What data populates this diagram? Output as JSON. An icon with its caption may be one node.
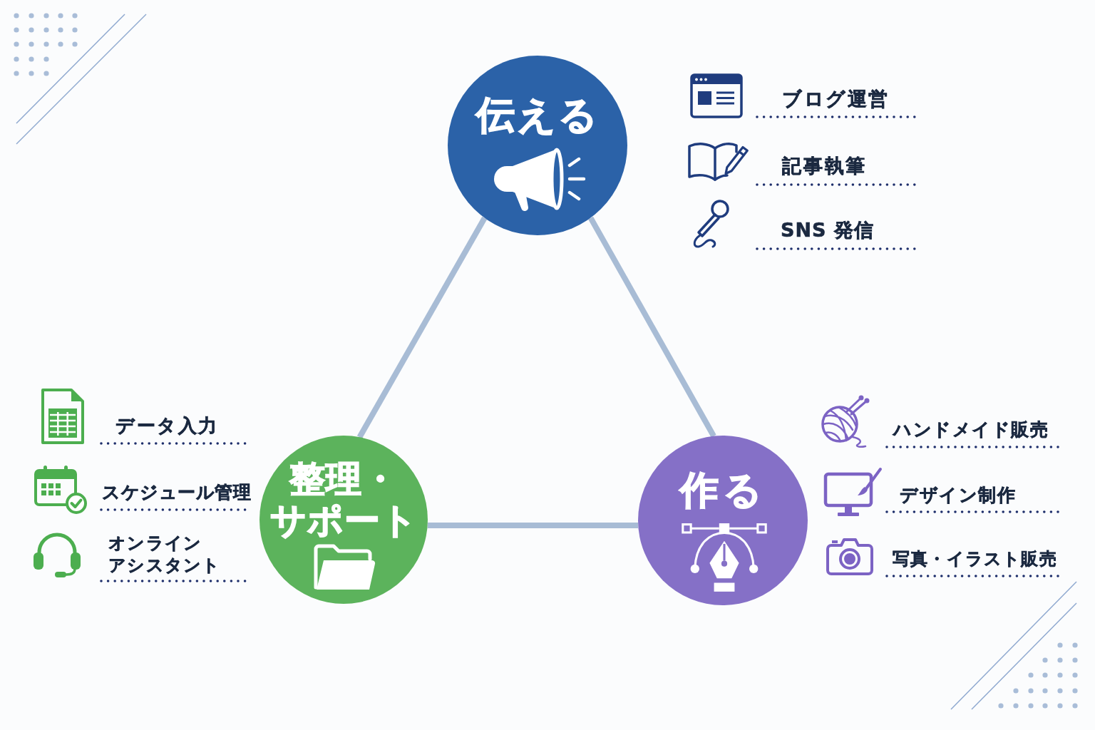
{
  "diagram": {
    "nodes": [
      {
        "text": [
          "伝える"
        ],
        "beside": [
          "ブログ運営",
          "記事執筆",
          "SNS 発信"
        ]
      },
      {
        "text": [
          "整理・サポート"
        ],
        "beside": [
          "データ入力",
          "スケジュール管理",
          "オンラインアシスタント"
        ]
      },
      {
        "text": [
          "作る"
        ],
        "beside": [
          "ハンドメイド販売",
          "デザイン制作",
          "写真・イラスト販売"
        ]
      }
    ],
    "edges": [
      {
        "from": 0,
        "to": 1,
        "arrow": "none"
      },
      {
        "from": 0,
        "to": 2,
        "arrow": "none"
      },
      {
        "from": 1,
        "to": 2,
        "arrow": "none"
      }
    ]
  }
}
